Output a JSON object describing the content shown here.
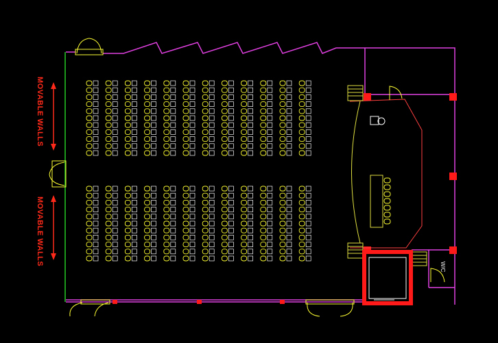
{
  "plan": {
    "labels": {
      "movable_walls_top": "MOVABLE WALLS",
      "movable_walls_bottom": "MOVABLE WALLS",
      "small_room": "W/C"
    },
    "colors": {
      "background": "#000000",
      "wall": "#e040e0",
      "seat": "#ffff33",
      "stage": "#e0e040",
      "column": "#ff1a1a",
      "label": "#ff2a1a",
      "green_wall": "#22cc22",
      "door": "#ffff33"
    },
    "seating": {
      "upper_block": {
        "column_pairs": 12,
        "rows": 11
      },
      "lower_block": {
        "column_pairs": 12,
        "rows": 11
      }
    },
    "icons": [
      "door-swing-icon",
      "chair-icon",
      "arrow-up-icon",
      "arrow-down-icon",
      "stair-icon"
    ]
  }
}
